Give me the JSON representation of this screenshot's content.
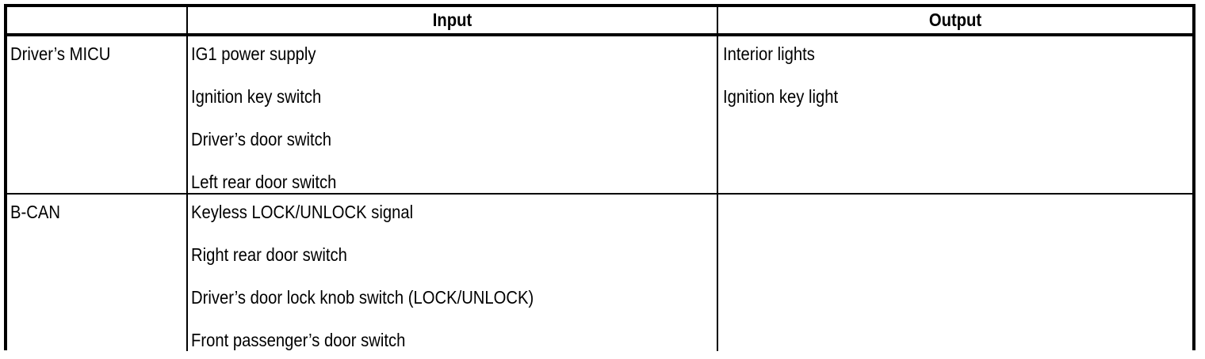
{
  "table": {
    "columns": [
      {
        "key": "source",
        "header": ""
      },
      {
        "key": "input",
        "header": "Input"
      },
      {
        "key": "output",
        "header": "Output"
      }
    ],
    "rows": [
      {
        "source": "Driver’s MICU",
        "input": [
          "IG1 power supply",
          "Ignition key switch",
          "Driver’s door switch",
          "Left rear door switch"
        ],
        "output": [
          "Interior lights",
          "Ignition key light"
        ]
      },
      {
        "source": "B-CAN",
        "input": [
          "Keyless LOCK/UNLOCK signal",
          "Right rear door switch",
          "Driver’s door lock knob switch (LOCK/UNLOCK)",
          "Front passenger’s door switch"
        ],
        "output": []
      }
    ]
  },
  "colors": {
    "border": "#000000",
    "text": "#000000",
    "background": "#ffffff"
  }
}
